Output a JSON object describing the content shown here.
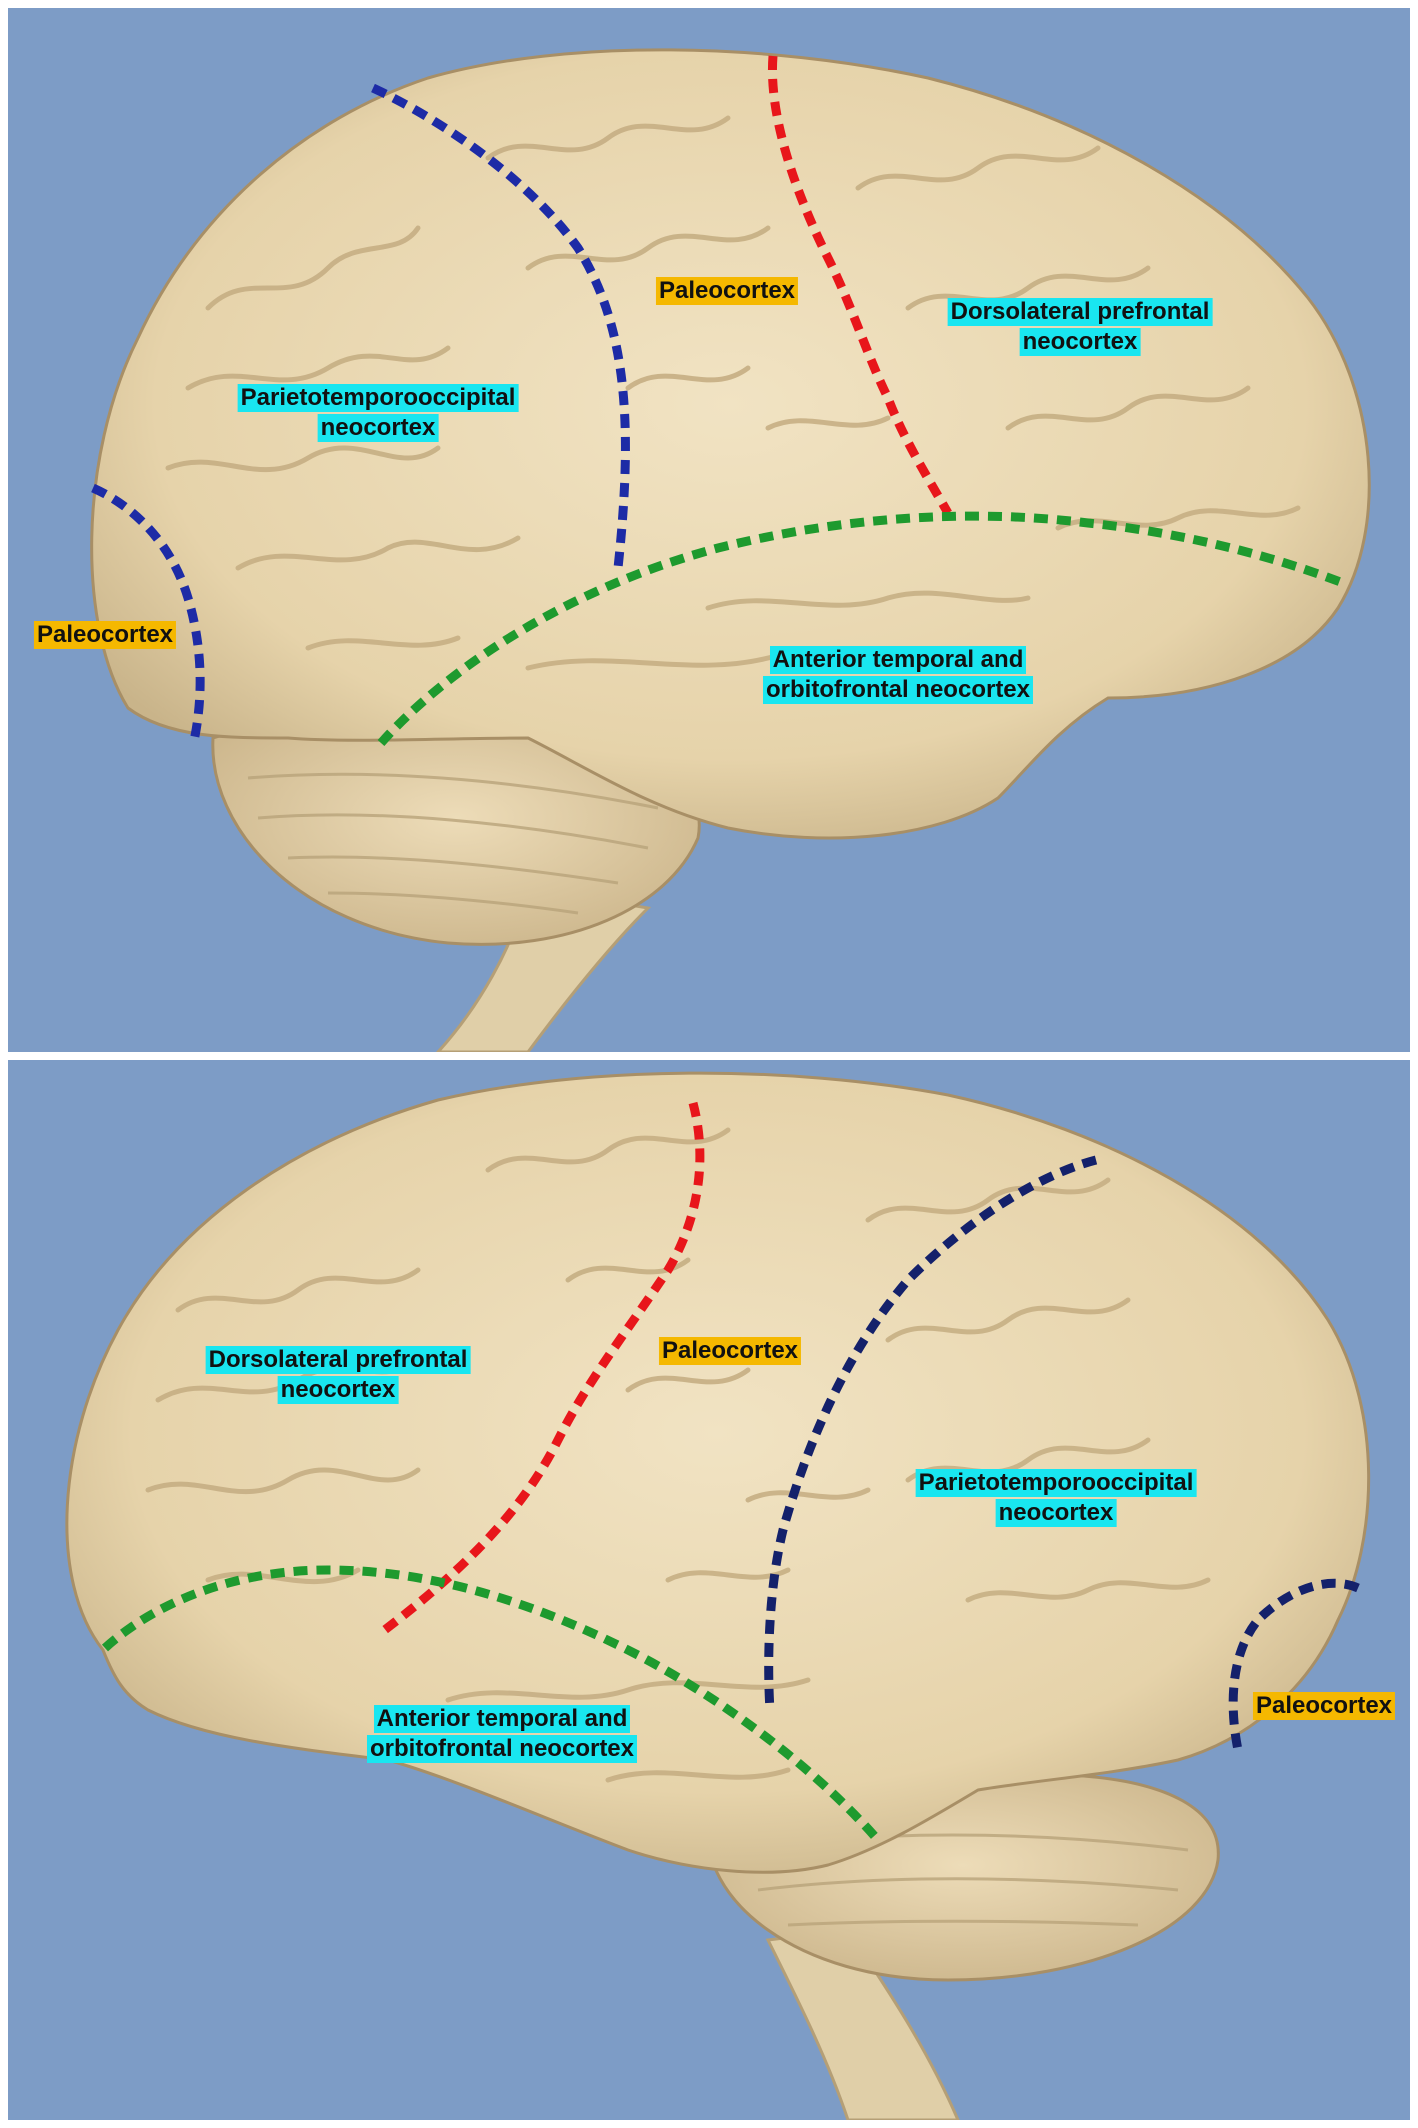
{
  "colors": {
    "background": "#7d9cc6",
    "brain": "#ead9b4",
    "label_neocortex": "#19e6f0",
    "label_paleocortex": "#f5b800",
    "line_red": "#e8161b",
    "line_blue": "#1d2ba6",
    "line_navy": "#14216b",
    "line_green": "#1e9a2e"
  },
  "top_panel": {
    "labels": {
      "paleocortex_upper": "Paleocortex",
      "dorsolateral_line1": "Dorsolateral prefrontal",
      "dorsolateral_line2": "neocortex",
      "parietal_line1": "Parietotemporooccipital",
      "parietal_line2": "neocortex",
      "paleocortex_left": "Paleocortex",
      "anterior_line1": "Anterior temporal and",
      "anterior_line2": "orbitofrontal neocortex"
    }
  },
  "bottom_panel": {
    "labels": {
      "dorsolateral_line1": "Dorsolateral prefrontal",
      "dorsolateral_line2": "neocortex",
      "paleocortex_upper": "Paleocortex",
      "parietal_line1": "Parietotemporooccipital",
      "parietal_line2": "neocortex",
      "anterior_line1": "Anterior temporal and",
      "anterior_line2": "orbitofrontal neocortex",
      "paleocortex_right": "Paleocortex"
    }
  }
}
